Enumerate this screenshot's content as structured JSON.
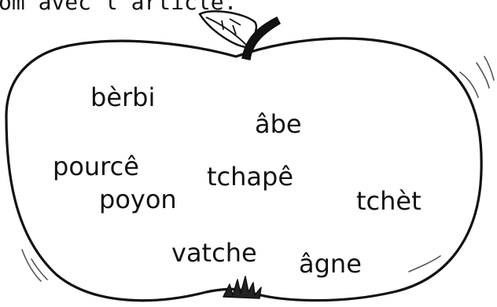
{
  "header": {
    "instruction_fragment": "om avec l'article."
  },
  "apple": {
    "words": [
      "bèrbi",
      "âbe",
      "pourcê",
      "tchapê",
      "poyon",
      "tchèt",
      "vatche",
      "âgne"
    ]
  }
}
